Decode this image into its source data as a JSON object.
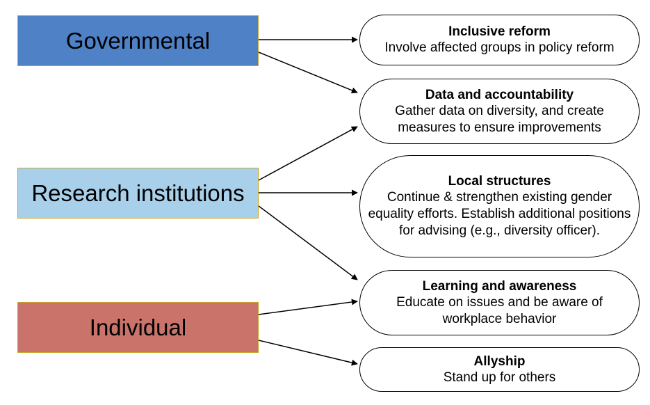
{
  "actors": [
    {
      "label": "Governmental",
      "color": "#4f81c6"
    },
    {
      "label": "Research institutions",
      "color": "#a9d0ea"
    },
    {
      "label": "Individual",
      "color": "#c9736b"
    }
  ],
  "actions": [
    {
      "title": "Inclusive reform",
      "desc": "Involve affected groups in policy reform"
    },
    {
      "title": "Data and accountability",
      "desc": "Gather data on diversity, and create measures to ensure improvements"
    },
    {
      "title": "Local structures",
      "desc": "Continue & strengthen existing gender equality efforts. Establish additional positions for advising (e.g., diversity officer)."
    },
    {
      "title": "Learning and awareness",
      "desc": "Educate on issues and be aware of workplace behavior"
    },
    {
      "title": "Allyship",
      "desc": "Stand up for others"
    }
  ],
  "links": [
    {
      "from": "Governmental",
      "to": "Inclusive reform"
    },
    {
      "from": "Governmental",
      "to": "Data and accountability"
    },
    {
      "from": "Research institutions",
      "to": "Data and accountability"
    },
    {
      "from": "Research institutions",
      "to": "Local structures"
    },
    {
      "from": "Research institutions",
      "to": "Learning and awareness"
    },
    {
      "from": "Individual",
      "to": "Learning and awareness"
    },
    {
      "from": "Individual",
      "to": "Allyship"
    }
  ]
}
